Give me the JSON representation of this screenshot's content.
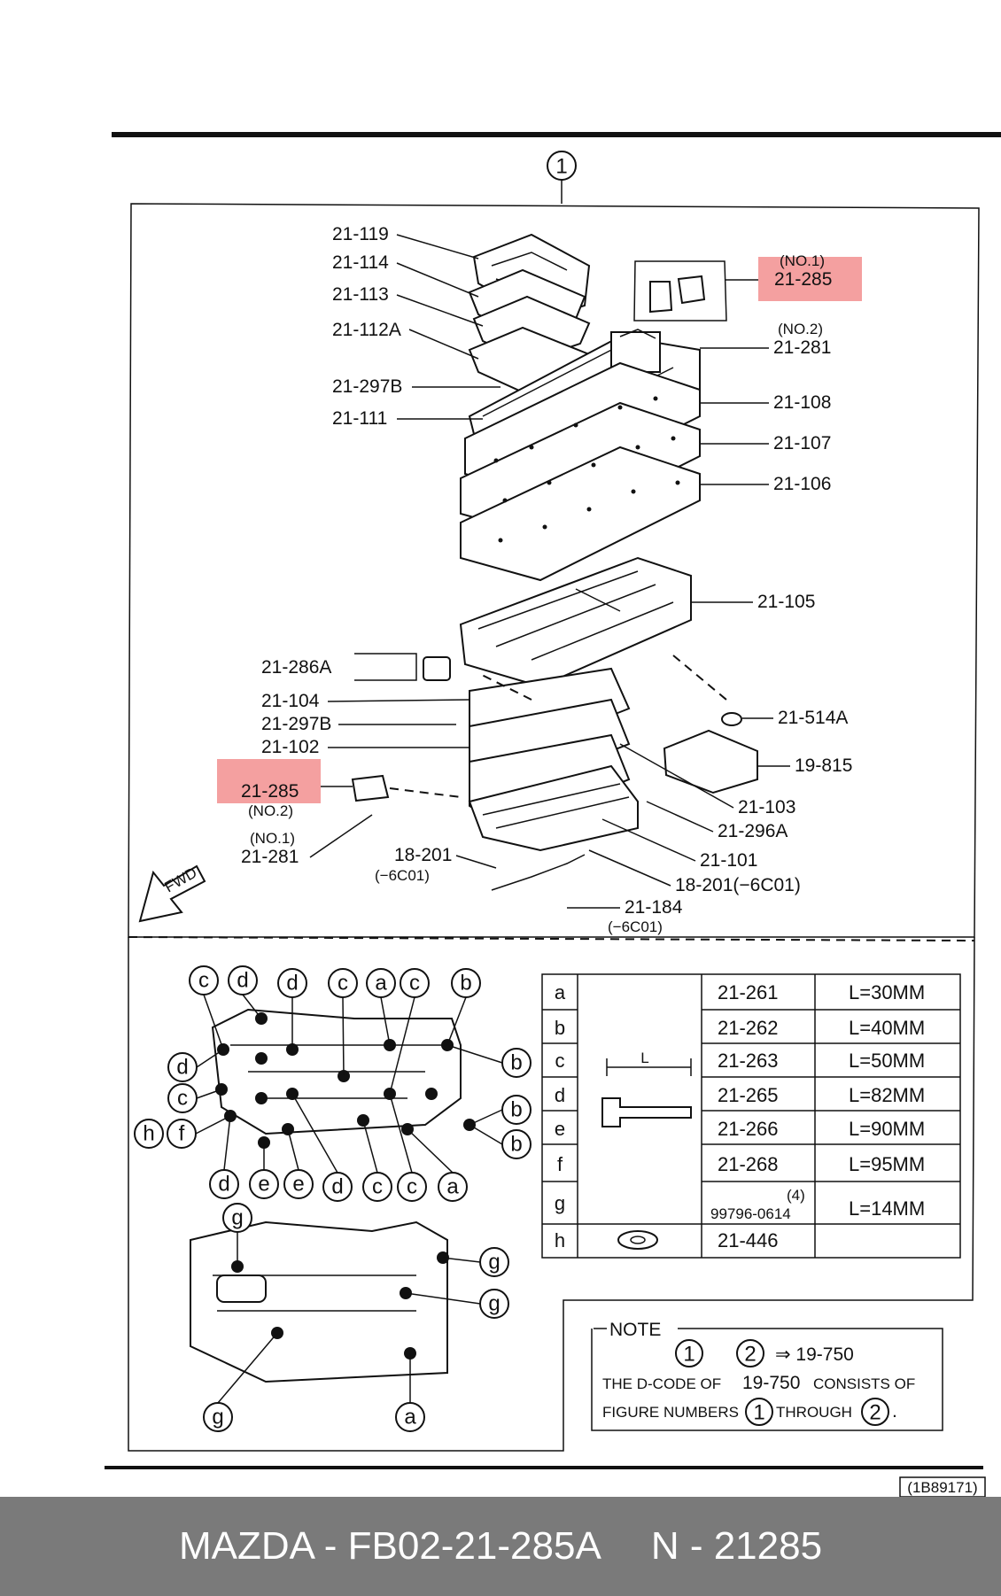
{
  "diagram": {
    "group_number": "1",
    "top_parts": [
      {
        "id": "p1",
        "label": "21-119"
      },
      {
        "id": "p2",
        "label": "21-114"
      },
      {
        "id": "p3",
        "label": "21-113"
      },
      {
        "id": "p4",
        "label": "21-112A"
      },
      {
        "id": "p5",
        "label": "21-297B"
      },
      {
        "id": "p6",
        "label": "21-111"
      },
      {
        "id": "p7",
        "label": "21-108"
      },
      {
        "id": "p8",
        "label": "21-107"
      },
      {
        "id": "p9",
        "label": "21-106"
      },
      {
        "id": "p10",
        "label": "21-105"
      },
      {
        "id": "p11",
        "label": "21-286A"
      },
      {
        "id": "p12",
        "label": "21-104"
      },
      {
        "id": "p13",
        "label": "21-297B"
      },
      {
        "id": "p14",
        "label": "21-102"
      },
      {
        "id": "p15",
        "label": "21-514A"
      },
      {
        "id": "p16",
        "label": "19-815"
      },
      {
        "id": "p17",
        "label": "21-103"
      },
      {
        "id": "p18",
        "label": "21-296A"
      },
      {
        "id": "p19",
        "label": "21-101"
      },
      {
        "id": "p20",
        "label": "18-201"
      },
      {
        "id": "p21",
        "label": "(−6C01)"
      },
      {
        "id": "p22",
        "label": "18-201(−6C01)"
      },
      {
        "id": "p23",
        "label": "21-184"
      },
      {
        "id": "p24",
        "label": "(−6C01)"
      }
    ],
    "highlight_top": {
      "label": "21-285",
      "sub": "(NO.1)"
    },
    "no2_label_top": {
      "label": "21-281",
      "sub": "(NO.2)"
    },
    "highlight_left": {
      "label": "21-285",
      "sub": "(NO.2)"
    },
    "no1_label_left": {
      "label": "21-281",
      "sub": "(NO.1)"
    },
    "fwd_label": "FWD",
    "highlight_color": "#f08080"
  },
  "bolt_table": {
    "rows": [
      {
        "letter": "a",
        "part": "21-261",
        "length": "L=30MM"
      },
      {
        "letter": "b",
        "part": "21-262",
        "length": "L=40MM"
      },
      {
        "letter": "c",
        "part": "21-263",
        "length": "L=50MM"
      },
      {
        "letter": "d",
        "part": "21-265",
        "length": "L=82MM"
      },
      {
        "letter": "e",
        "part": "21-266",
        "length": "L=90MM"
      },
      {
        "letter": "f",
        "part": "21-268",
        "length": "L=95MM"
      },
      {
        "letter": "g",
        "part": "99796-0614",
        "qty": "(4)",
        "length": "L=14MM"
      },
      {
        "letter": "h",
        "part": "21-446",
        "length": ""
      }
    ],
    "dim_letter": "L"
  },
  "bolt_callouts": {
    "top_row": [
      "c",
      "d",
      "d",
      "c",
      "a",
      "c",
      "b"
    ],
    "left_col": [
      "d",
      "c",
      "h",
      "f"
    ],
    "right_col": [
      "b",
      "b",
      "b"
    ],
    "bottom_row": [
      "d",
      "e",
      "e",
      "d",
      "c",
      "c",
      "a"
    ],
    "lower_plate": [
      "g",
      "g",
      "g",
      "g",
      "a"
    ]
  },
  "note": {
    "title": "NOTE",
    "circle1": "1",
    "circle2": "2",
    "arrow_ref": "⇒ 19-750",
    "line2_a": "THE D-CODE OF",
    "line2_b": "19-750",
    "line2_c": "CONSISTS OF",
    "line3_a": "FIGURE NUMBERS",
    "line3_b": "THROUGH",
    "line3_end": "."
  },
  "drawing_code": "(1B89171)",
  "footer": {
    "part_number": "MAZDA - FB02-21-285A",
    "ref_number": "N - 21285"
  }
}
